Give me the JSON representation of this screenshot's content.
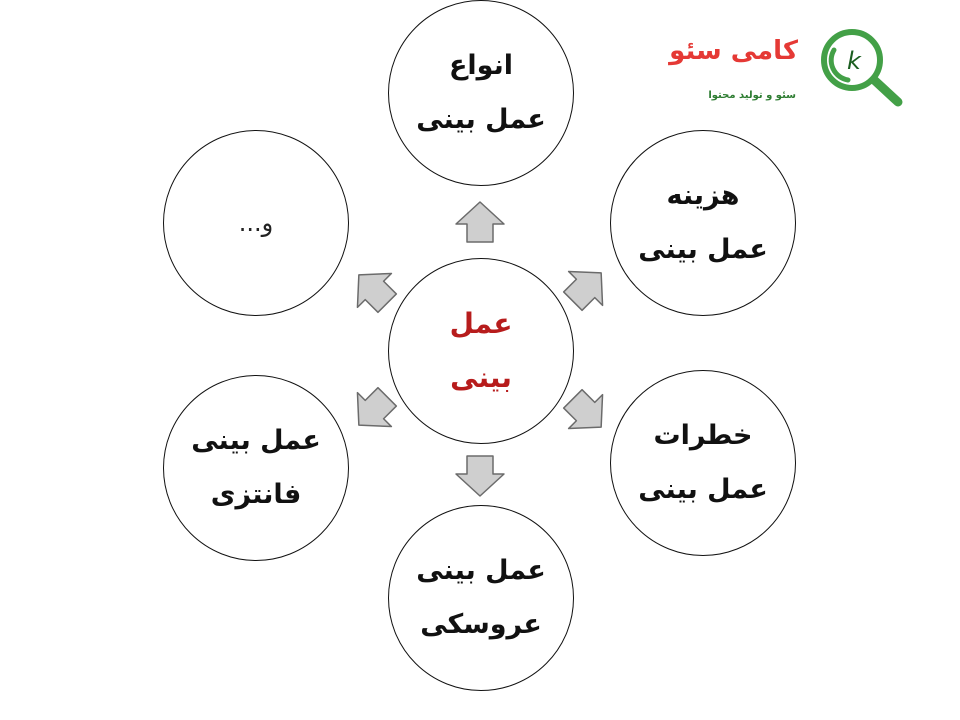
{
  "diagram": {
    "center": {
      "lines": [
        "عمل",
        "بینی"
      ]
    },
    "nodes": [
      {
        "id": "top",
        "lines": [
          "انواع",
          "عمل بینی"
        ]
      },
      {
        "id": "top-right",
        "lines": [
          "هزینه",
          "عمل بینی"
        ]
      },
      {
        "id": "bottom-right",
        "lines": [
          "خطرات",
          "عمل بینی"
        ]
      },
      {
        "id": "bottom",
        "lines": [
          "عمل بینی",
          "عروسکی"
        ]
      },
      {
        "id": "bottom-left",
        "lines": [
          "عمل بینی",
          "فانتزی"
        ]
      },
      {
        "id": "top-left",
        "lines": [
          "و..."
        ]
      }
    ],
    "colors": {
      "center_text": "#b71c1c",
      "arrow_fill": "#cfcfcf",
      "arrow_stroke": "#6b6b6b",
      "circle_border": "#111111"
    }
  },
  "logo": {
    "title": "کامی سئو",
    "subtitle": "سئو و تولید محتوا",
    "mark_letter": "k",
    "icon": "magnifier-icon",
    "colors": {
      "title": "#e53935",
      "subtitle": "#2e7d32",
      "mark": "#43a047"
    }
  }
}
